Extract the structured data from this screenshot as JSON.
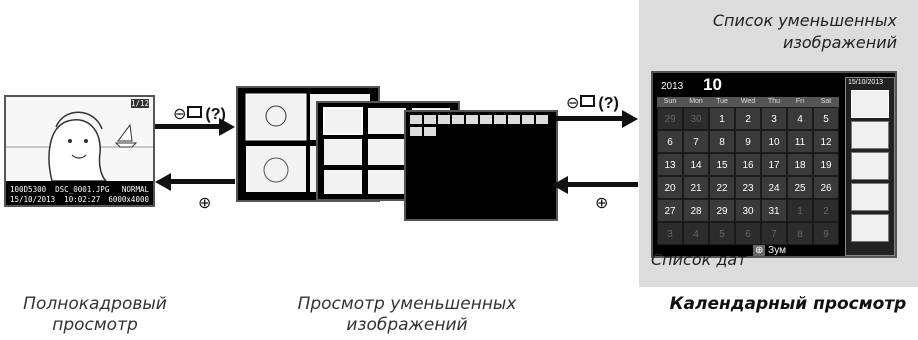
{
  "captions": {
    "full_frame": "Полнокадровый просмотр",
    "thumbnail": "Просмотр уменьшенных изображений",
    "calendar": "Календарный просмотр"
  },
  "labels": {
    "thumb_list": "Список уменьшенных изображений",
    "date_list": "Список дат"
  },
  "arrows": {
    "zoom_out_symbol": "⊖",
    "help_text": "(?)",
    "zoom_in_symbol": "⊕"
  },
  "full_frame_screen": {
    "frame_counter": "1/12",
    "folder_file": "100D5300  DSC_0001.JPG",
    "quality": "NORMAL",
    "datetime": "15/10/2013  10:02:27",
    "size": "6000x4000"
  },
  "calendar_screen": {
    "year": "2013",
    "month": "10",
    "selected_date": "15/10/2013",
    "weekdays": [
      "Sun",
      "Mon",
      "Tue",
      "Wed",
      "Thu",
      "Fri",
      "Sat"
    ],
    "weeks": [
      [
        "29",
        "30",
        "1",
        "2",
        "3",
        "4",
        "5"
      ],
      [
        "6",
        "7",
        "8",
        "9",
        "10",
        "11",
        "12"
      ],
      [
        "13",
        "14",
        "15",
        "16",
        "17",
        "18",
        "19"
      ],
      [
        "20",
        "21",
        "22",
        "23",
        "24",
        "25",
        "26"
      ],
      [
        "27",
        "28",
        "29",
        "30",
        "31",
        "1",
        "2"
      ],
      [
        "3",
        "4",
        "5",
        "6",
        "7",
        "8",
        "9"
      ]
    ],
    "footer_zoom": "Зум"
  }
}
